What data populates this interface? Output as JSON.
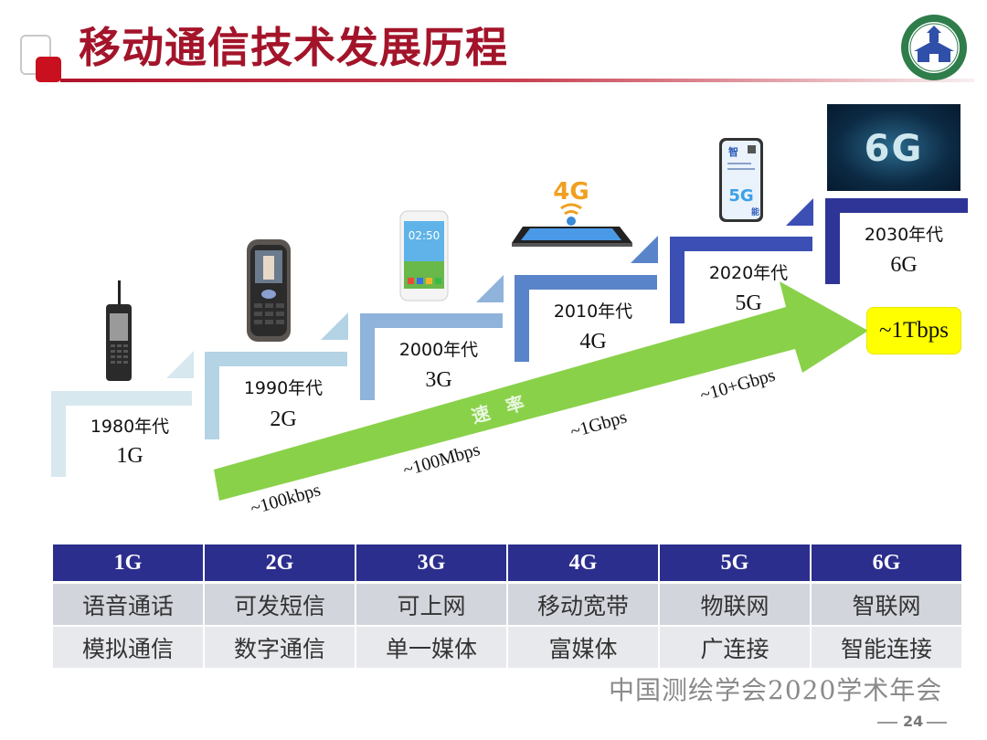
{
  "header": {
    "title": "移动通信技术发展历程",
    "emblem": "university-emblem"
  },
  "colors": {
    "title_red": "#a3142a",
    "step_1g": "#d7e8ef",
    "step_2g": "#b4d3e4",
    "step_3g": "#8fb3da",
    "step_4g": "#5a84c9",
    "step_5g": "#3c4fb4",
    "step_6g": "#2f3596",
    "arrow_green": "#8ad14a",
    "table_header": "#2b2e8c",
    "tbps_box": "#ffff00"
  },
  "timeline": {
    "steps": [
      {
        "year": "1980年代",
        "gen": "1G",
        "image": "brick-phone"
      },
      {
        "year": "1990年代",
        "gen": "2G",
        "image": "feature-phone"
      },
      {
        "year": "2000年代",
        "gen": "3G",
        "image": "smartphone"
      },
      {
        "year": "2010年代",
        "gen": "4G",
        "image": "4g-tablet"
      },
      {
        "year": "2020年代",
        "gen": "5G",
        "image": "5g-phone"
      },
      {
        "year": "2030年代",
        "gen": "6G",
        "image": "6g-banner"
      }
    ],
    "image_text": {
      "phone_3g_clock": "02:50",
      "tablet_badge": "4G",
      "phone_5g_badge": "5G",
      "banner_6g": "6G"
    }
  },
  "speed_arrow": {
    "label": "速 率",
    "marks": [
      "~100kbps",
      "~100Mbps",
      "~1Gbps",
      "~10+Gbps"
    ],
    "peak": "~1Tbps"
  },
  "table": {
    "headers": [
      "1G",
      "2G",
      "3G",
      "4G",
      "5G",
      "6G"
    ],
    "rows": [
      [
        "语音通话",
        "可发短信",
        "可上网",
        "移动宽带",
        "物联网",
        "智联网"
      ],
      [
        "模拟通信",
        "数字通信",
        "单一媒体",
        "富媒体",
        "广连接",
        "智能连接"
      ]
    ]
  },
  "footer": {
    "org": "中国测绘学会2020学术年会",
    "page": "24"
  }
}
